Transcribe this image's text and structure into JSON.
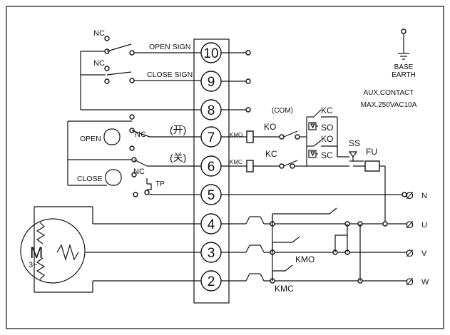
{
  "diagram": {
    "terminal_numbers": [
      "10",
      "9",
      "8",
      "7",
      "6",
      "5",
      "4",
      "3",
      "2"
    ],
    "labels": {
      "nc_top": "NC",
      "nc_second": "NC",
      "open_sign": "OPEN SIGN",
      "close_sign": "CLOSE SIGN",
      "base_earth_line1": "BASE",
      "base_earth_line2": "EARTH",
      "aux_contact_line1": "AUX,CONTACT",
      "aux_contact_line2": "MAX,250VAC10A",
      "com": "(COM)",
      "kc_top": "KC",
      "kc_mid": "KC",
      "ko_left": "KO",
      "ko_right": "KO",
      "so": "SO",
      "sc": "SC",
      "ss": "SS",
      "fu": "FU",
      "kmo_coil": "KMO",
      "kmc_coil": "KMC",
      "open_char": "(开)",
      "close_char": "(关)",
      "open_switch": "OPEN",
      "close_switch": "CLOSE",
      "nc_open": "NC",
      "nc_close": "NC",
      "tp": "TP",
      "motor": "M",
      "motor_phase": "3~",
      "kmo_contactor": "KMO",
      "kmc_contactor": "KMC",
      "phase_n": "N",
      "phase_u": "U",
      "phase_v": "V",
      "phase_w": "W",
      "phase_symbol": "Ø"
    }
  }
}
